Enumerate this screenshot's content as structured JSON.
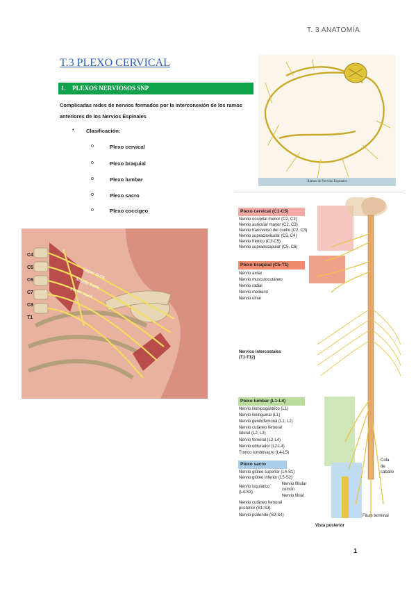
{
  "header": {
    "right": "T. 3 ANATOMÍA"
  },
  "title": "T.3 PLEXO CERVICAL",
  "section": {
    "number": "1.",
    "title": "PLEXOS NERVIOSOS SNP"
  },
  "intro_lines": [
    "Complicadas redes de nervios formados por la interconexión de los ramos",
    "anteriores de los Nervios Espinales"
  ],
  "classification": {
    "label": "Clasificación:",
    "items": [
      "Plexo cervical",
      "Plexo braquial",
      "Plexo lumbar",
      "Plexo sacro",
      "Plexo coccígeo"
    ]
  },
  "figure1": {
    "caption": "Ramos de Nervios Espinales"
  },
  "figure2": {
    "labels": [
      "C4",
      "C5",
      "C6",
      "C7",
      "C8",
      "T1"
    ],
    "trunks": [
      "Upper trunk",
      "Middle trunk",
      "Lower trunk"
    ]
  },
  "figure3": {
    "plexus_cervical": {
      "title": "Plexo cervical (C1-C5)",
      "color": "#f4a9a2",
      "nerves": [
        "Nervio occipital menor (C2, C3)",
        "Nervio auricular mayor (C2, C3)",
        "Nervio transverso del cuello (C2, C3)",
        "Nervio supraclavicular (C3, C4)",
        "Nervio frénico (C3-C5)",
        "Nervio supraescapular (C5, C6)"
      ]
    },
    "plexus_braquial": {
      "title": "Plexo braquial (C5-T1)",
      "color": "#ef8a6f",
      "nerves": [
        "Nervio axilar",
        "Nervio musculocutáneo",
        "Nervio radial",
        "Nervio mediano",
        "Nervio ulnar"
      ]
    },
    "intercostal": [
      "Nervios intercostales",
      "(T1-T12)"
    ],
    "plexus_lumbar": {
      "title": "Plexo lumbar (L1-L4)",
      "color": "#b9dc9c",
      "nerves": [
        "Nervio iliohipogástrico (L1)",
        "Nervio ilioinguinal (L1)",
        "Nervio genitofemoral (L1, L2)",
        "Nervio cutáneo femoral",
        "lateral (L2, L3)",
        "Nervio femoral (L2-L4)",
        "Nervio obturador (L2-L4)",
        "Tronco lumbosacro (L4-L5)"
      ]
    },
    "plexus_sacro": {
      "title": "Plexo sacro",
      "color": "#a9cdea",
      "nerves": [
        "Nervio glúteo superior (L4-S1)",
        "Nervio glúteo inferior (L5-S2)"
      ],
      "isquiatico": [
        "Nervio isquiático",
        "(L4-S3)"
      ],
      "isquiatico_branches": [
        "Nervio fibular",
        "común",
        "Nervio tibial"
      ],
      "nerves2": [
        "Nervio cutáneo femoral",
        "posterior (S1-S3)",
        "Nervio pudendo (S2-S4)"
      ]
    },
    "cola": [
      "Cola",
      "de",
      "caballo"
    ],
    "filum": "Filum terminal",
    "view": "Vista posterior"
  },
  "page_number": "1"
}
